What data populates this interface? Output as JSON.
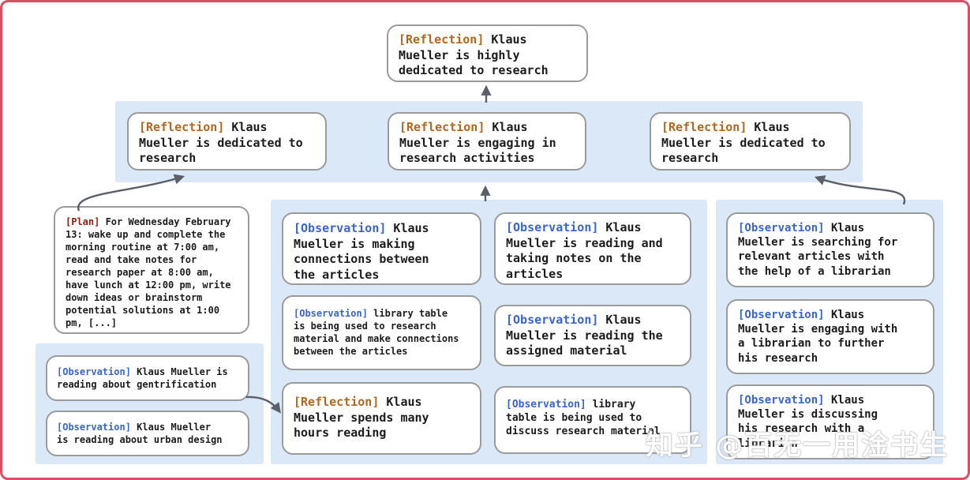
{
  "colors": {
    "frame_red": "#d94f63",
    "panel_blue": "#dbe8f8",
    "box_border_gray": "#9b9b9b",
    "text_black": "#1c1c1c",
    "tag_reflection_orange": "#b2671f",
    "tag_plan_darkred": "#8e1f12",
    "tag_observation_blue": "#3a65c8",
    "arrow_gray": "#5b6068",
    "watermark_white": "#ffffff"
  },
  "nodes": {
    "top": {
      "tag": "[Reflection]",
      "text": "Klaus Mueller is highly dedicated to research"
    },
    "row": [
      {
        "tag": "[Reflection]",
        "text": "Klaus Mueller is dedicated to research"
      },
      {
        "tag": "[Reflection]",
        "text": "Klaus Mueller is engaging in research activities"
      },
      {
        "tag": "[Reflection]",
        "text": "Klaus Mueller is dedicated to research"
      }
    ],
    "plan": {
      "tag": "[Plan]",
      "text": "For Wednesday February 13: wake up and complete the morning routine at 7:00 am, read and take notes for research paper at 8:00 am, have lunch at 12:00 pm, write down ideas or brainstorm potential solutions at 1:00 pm, [...]"
    },
    "left_obs": [
      {
        "tag": "[Observation]",
        "text": "Klaus Mueller is reading about gentrification"
      },
      {
        "tag": "[Observation]",
        "text": "Klaus Mueller is reading about urban design"
      }
    ],
    "mid_col1": [
      {
        "tag": "[Observation]",
        "text": "Klaus Mueller is making connections between the articles"
      },
      {
        "tag": "[Observation]",
        "text": "library table is being used to research material and make connections between the articles"
      },
      {
        "tag": "[Reflection]",
        "text": "Klaus Mueller spends many hours reading"
      }
    ],
    "mid_col2": [
      {
        "tag": "[Observation]",
        "text": "Klaus Mueller is reading and taking notes on the articles"
      },
      {
        "tag": "[Observation]",
        "text": "Klaus Mueller is reading the assigned material"
      },
      {
        "tag": "[Observation]",
        "text": "library table is being used to discuss research material"
      }
    ],
    "right_col": [
      {
        "tag": "[Observation]",
        "text": "Klaus Mueller is searching for relevant articles with the help of a librarian"
      },
      {
        "tag": "[Observation]",
        "text": "Klaus Mueller is engaging with a librarian to further his research"
      },
      {
        "tag": "[Observation]",
        "text": "Klaus Mueller is discussing his research with a librarian"
      }
    ]
  },
  "watermark": "知乎 @百无一用淦书生"
}
